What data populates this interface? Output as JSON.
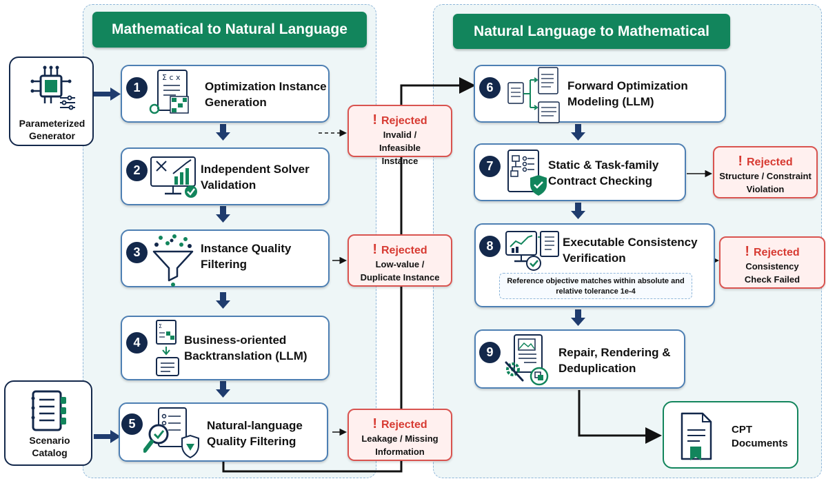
{
  "panels": {
    "left_title": "Mathematical to Natural Language",
    "right_title": "Natural Language to Mathematical"
  },
  "sources": {
    "generator": "Parameterized Generator",
    "catalog": "Scenario Catalog"
  },
  "steps": [
    {
      "num": "1",
      "label": "Optimization Instance Generation"
    },
    {
      "num": "2",
      "label": "Independent Solver Validation"
    },
    {
      "num": "3",
      "label": "Instance Quality Filtering"
    },
    {
      "num": "4",
      "label": "Business-oriented Backtranslation (LLM)"
    },
    {
      "num": "5",
      "label": "Natural-language Quality Filtering"
    },
    {
      "num": "6",
      "label": "Forward Optimization Modeling (LLM)"
    },
    {
      "num": "7",
      "label": "Static & Task-family Contract Checking"
    },
    {
      "num": "8",
      "label": "Executable Consistency Verification"
    },
    {
      "num": "9",
      "label": "Repair, Rendering & Deduplication"
    }
  ],
  "rejections": [
    {
      "title": "Rejected",
      "detail": "Invalid / Infeasible Instance"
    },
    {
      "title": "Rejected",
      "detail": "Low-value / Duplicate Instance"
    },
    {
      "title": "Rejected",
      "detail": "Leakage / Missing Information"
    },
    {
      "title": "Rejected",
      "detail": "Structure / Constraint Violation"
    },
    {
      "title": "Rejected",
      "detail": "Consistency Check Failed"
    }
  ],
  "note": "Reference objective matches within absolute and relative tolerance 1e-4",
  "output": "CPT Documents",
  "colors": {
    "title_green": "#12855c",
    "step_border": "#4d7fb3",
    "number_navy": "#13284b",
    "reject_red": "#d73a32",
    "panel_bg": "#eef6f7"
  }
}
